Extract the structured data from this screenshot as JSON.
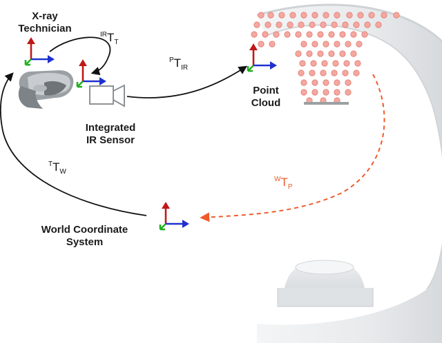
{
  "labels": {
    "technician_line1": "X-ray",
    "technician_line2": "Technician",
    "sensor_line1": "Integrated",
    "sensor_line2": "IR Sensor",
    "cloud_line1": "Point",
    "cloud_line2": "Cloud",
    "world_line1": "World Coordinate",
    "world_line2": "System"
  },
  "transforms": {
    "ir_to_t": {
      "pre": "IR",
      "main": "T",
      "sub": "T"
    },
    "p_to_ir": {
      "pre": "P",
      "main": "T",
      "sub": "IR"
    },
    "t_to_w": {
      "pre": "T",
      "main": "T",
      "sub": "W"
    },
    "w_to_p": {
      "pre": "W",
      "main": "T",
      "sub": "P"
    }
  },
  "colors": {
    "axis_x": "#2030d0",
    "axis_y": "#c01818",
    "axis_z": "#20b020",
    "arrow_black": "#111111",
    "arrow_dashed": "#f05a2a",
    "point_fill": "#f4a8a0",
    "carm_gray": "#e6e8ea"
  },
  "icons": [
    "hololens-headset-icon",
    "ir-camera-icon",
    "coordinate-frame-icon"
  ]
}
